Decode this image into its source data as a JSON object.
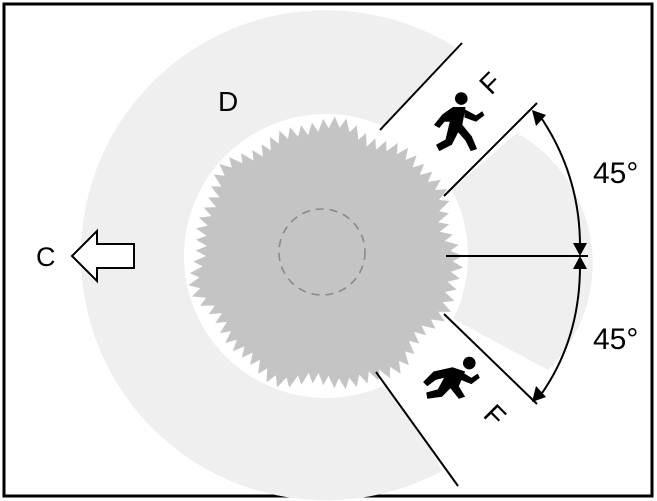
{
  "labels": {
    "c": "C",
    "d": "D",
    "f_upper": "F",
    "f_lower": "F",
    "angle_upper": "45°",
    "angle_lower": "45°"
  },
  "colors": {
    "border": "#000000",
    "zone_light": "#efefef",
    "tree_crown": "#c4c4c4",
    "tree_outline": "#ffffff",
    "trunk_dash": "#8a8a8a",
    "lines": "#000000"
  },
  "icons": {
    "arrow": "hollow-left-arrow-icon",
    "person": "running-person-icon"
  }
}
